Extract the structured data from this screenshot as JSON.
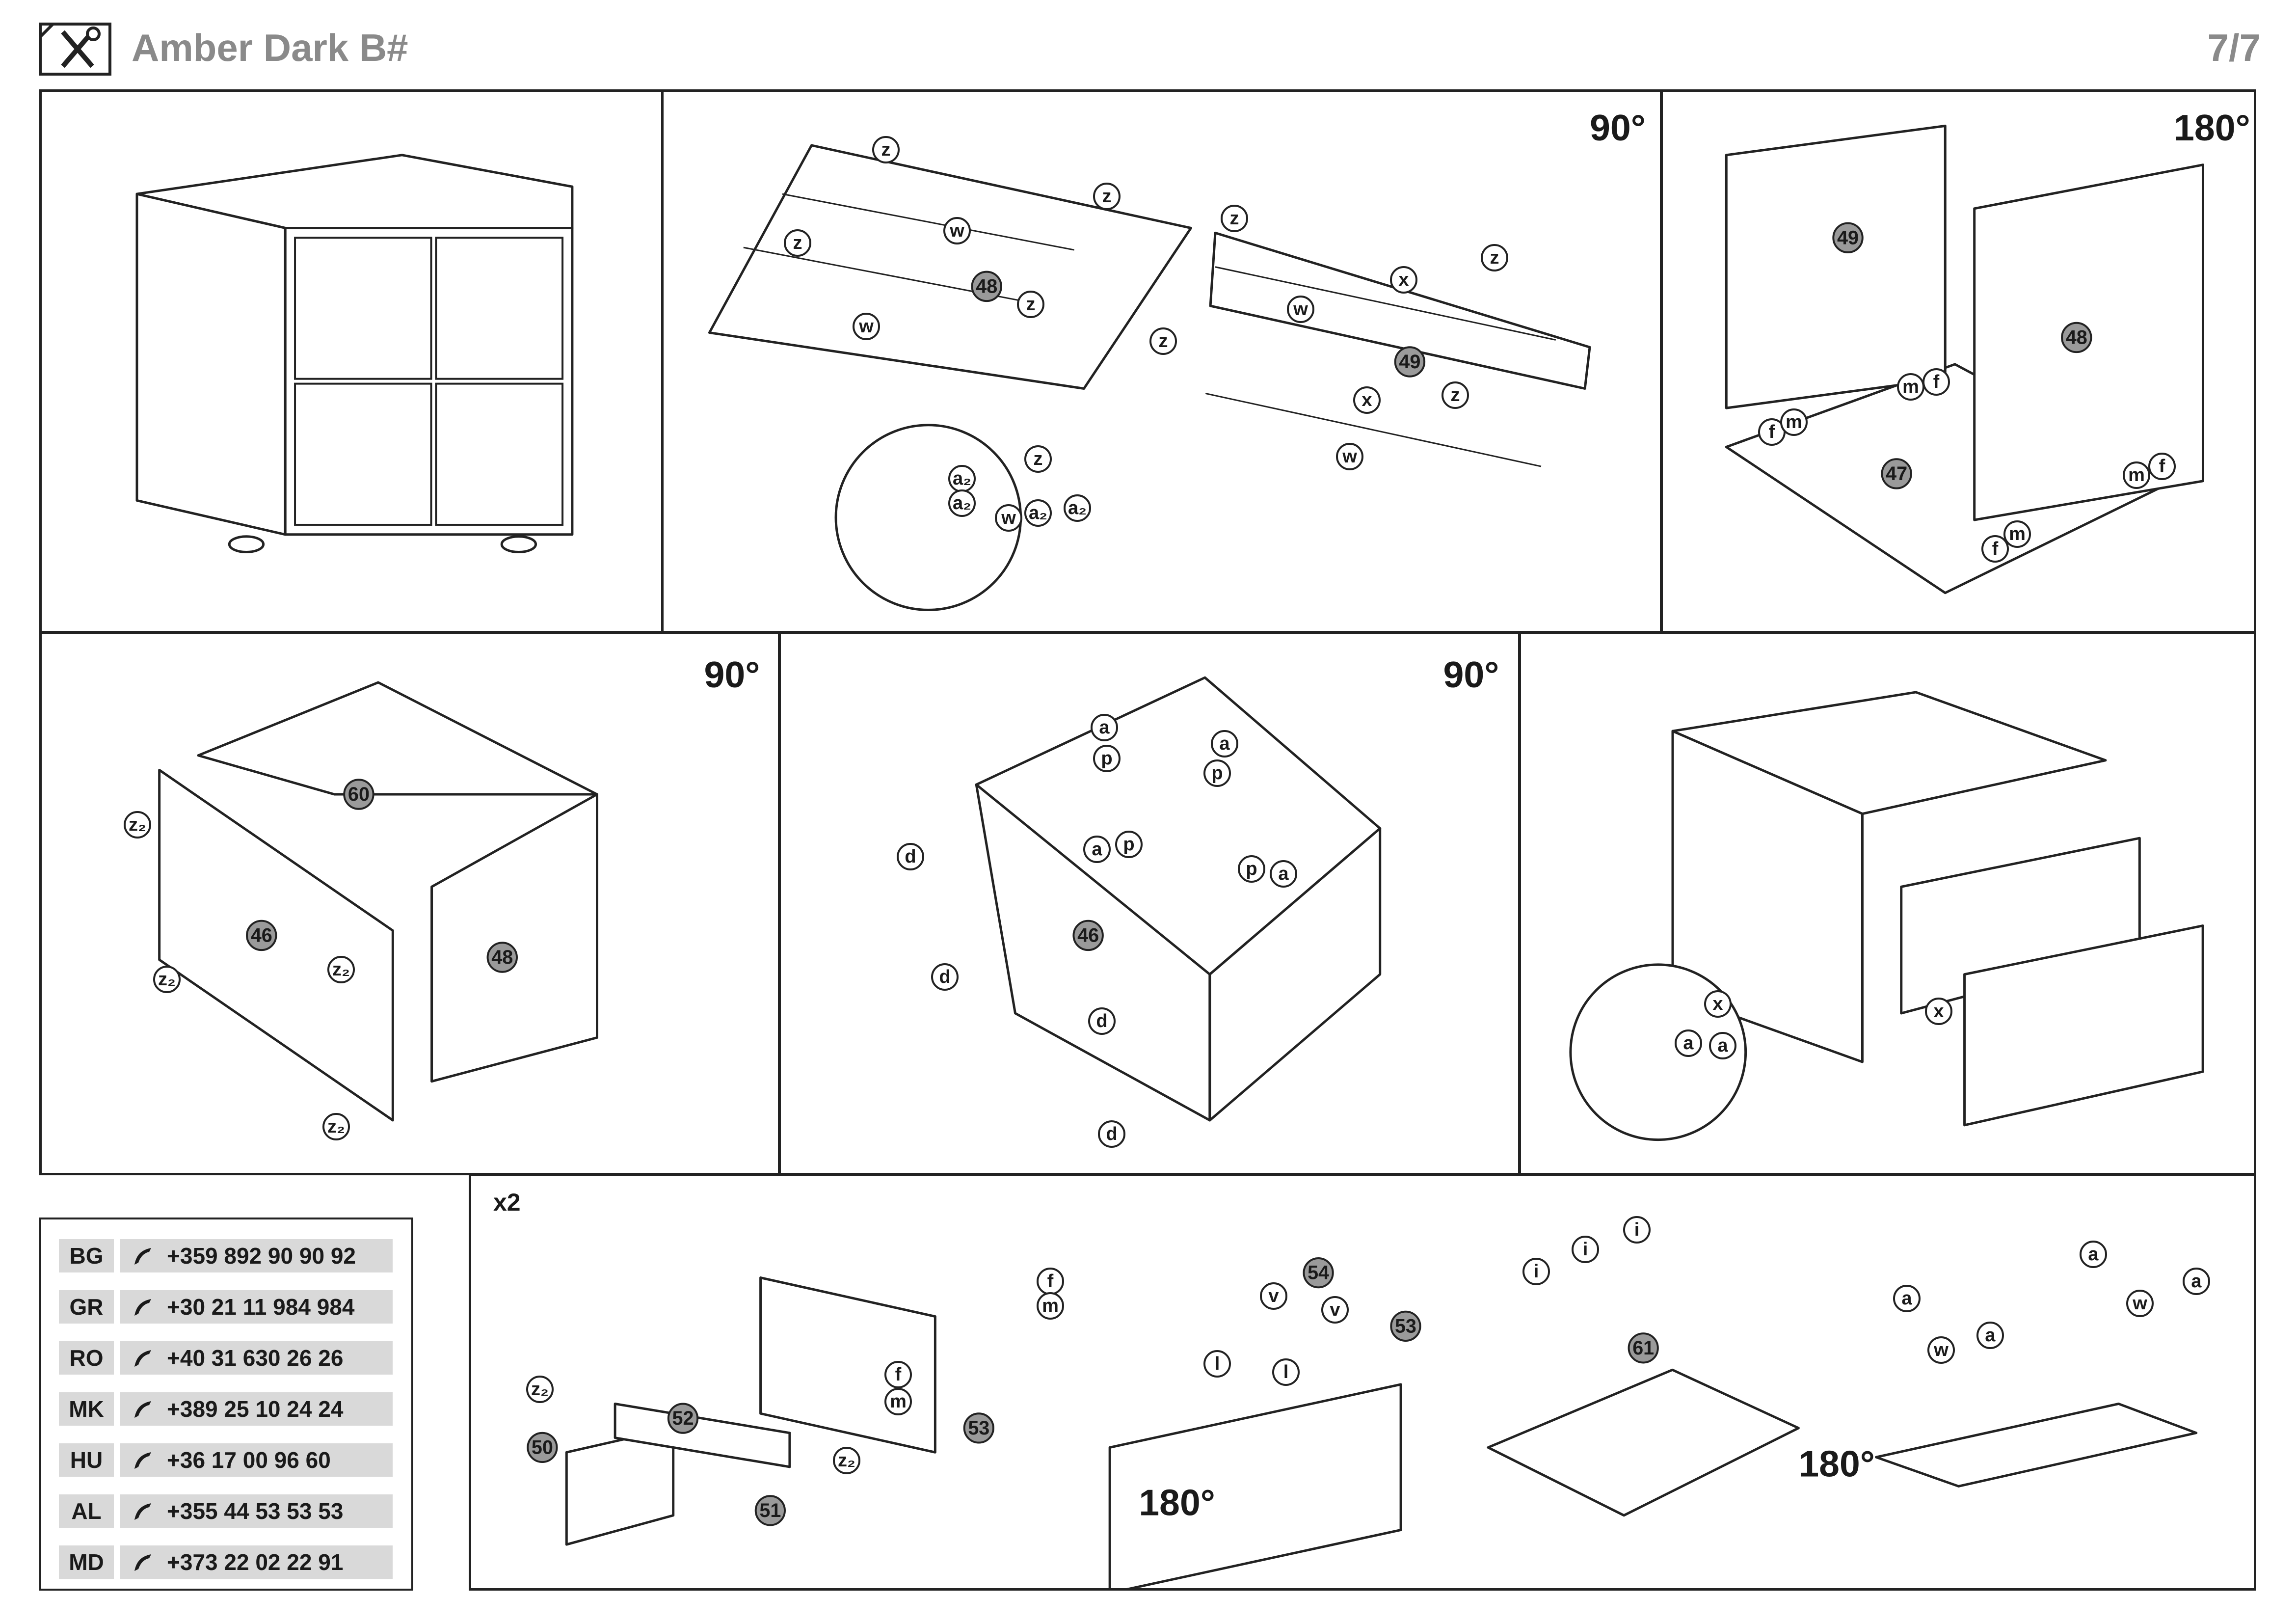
{
  "header": {
    "title": "Amber Dark B#",
    "page": "7/7",
    "icon": "tools-icon"
  },
  "rotations": {
    "p2": "90°",
    "p3": "180°",
    "p4": "90°",
    "p5": "90°",
    "p7a": "180°",
    "p7b": "180°"
  },
  "bottom": {
    "multiplier": "x2"
  },
  "labels": {
    "z": "z",
    "w": "w",
    "x": "x",
    "a": "a",
    "a2": "a₂",
    "z2": "z₂",
    "m": "m",
    "f": "f",
    "p": "p",
    "d": "d",
    "v": "v",
    "l": "l",
    "i": "i"
  },
  "parts": {
    "p46": "46",
    "p47": "47",
    "p48": "48",
    "p49": "49",
    "p50": "50",
    "p51": "51",
    "p52": "52",
    "p53": "53",
    "p54": "54",
    "p60": "60",
    "p61": "61"
  },
  "contacts": [
    {
      "code": "BG",
      "phone": "+359 892 90 90 92"
    },
    {
      "code": "GR",
      "phone": "+30 21 11 984 984"
    },
    {
      "code": "RO",
      "phone": "+40 31 630 26 26"
    },
    {
      "code": "MK",
      "phone": "+389 25 10 24 24"
    },
    {
      "code": "HU",
      "phone": "+36 17 00 96 60"
    },
    {
      "code": "AL",
      "phone": "+355 44 53 53 53"
    },
    {
      "code": "MD",
      "phone": "+373 22 02 22 91"
    }
  ]
}
